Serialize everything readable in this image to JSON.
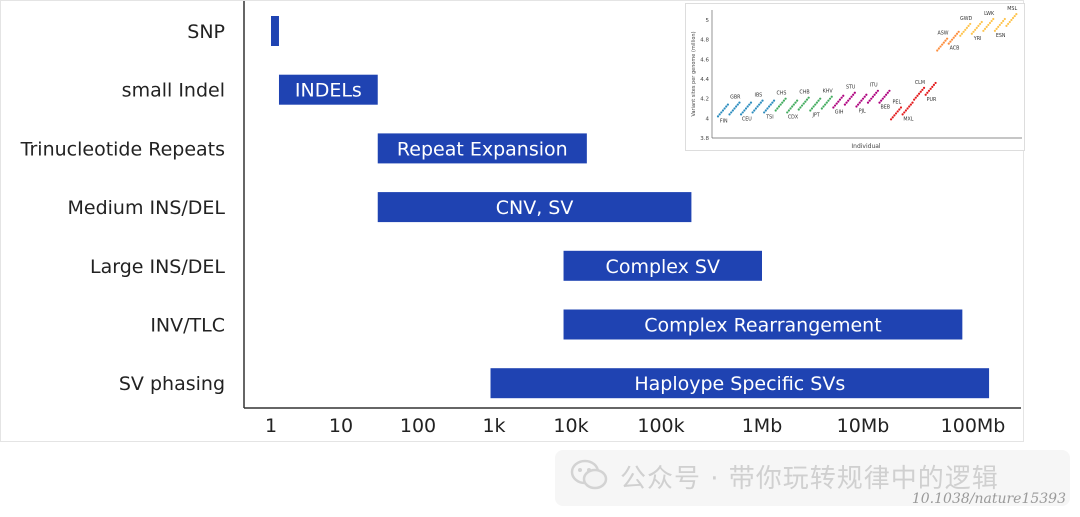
{
  "chart_data": {
    "type": "bar",
    "orientation": "horizontal-range",
    "x_scale": "log",
    "categories": [
      "SNP",
      "small Indel",
      "Trinucleotide Repeats",
      "Medium INS/DEL",
      "Large INS/DEL",
      "INV/TLC",
      "SV phasing"
    ],
    "ranges": [
      {
        "category": "SNP",
        "start": 1,
        "end": 1.3,
        "label": ""
      },
      {
        "category": "small Indel",
        "start": 1.3,
        "end": 30,
        "label": "INDELs"
      },
      {
        "category": "Trinucleotide Repeats",
        "start": 30,
        "end": 15000,
        "label": "Repeat Expansion"
      },
      {
        "category": "Medium INS/DEL",
        "start": 30,
        "end": 200000,
        "label": "CNV, SV"
      },
      {
        "category": "Large INS/DEL",
        "start": 8000,
        "end": 1000000,
        "label": "Complex SV"
      },
      {
        "category": "INV/TLC",
        "start": 8000,
        "end": 80000000,
        "label": "Complex Rearrangement"
      },
      {
        "category": "SV phasing",
        "start": 900,
        "end": 140000000,
        "label": "Haploype Specific SVs"
      }
    ],
    "x_ticks": [
      {
        "value": 1,
        "label": "1"
      },
      {
        "value": 10,
        "label": "10"
      },
      {
        "value": 100,
        "label": "100"
      },
      {
        "value": 1000,
        "label": "1k"
      },
      {
        "value": 10000,
        "label": "10k"
      },
      {
        "value": 100000,
        "label": "100k"
      },
      {
        "value": 1000000,
        "label": "1Mb"
      },
      {
        "value": 10000000,
        "label": "10Mb"
      },
      {
        "value": 100000000,
        "label": "100Mb"
      }
    ],
    "bar_color": "#1f43b2",
    "grid": false
  },
  "inset_chart": {
    "type": "scatter",
    "ylabel": "Variant sites per genome (million)",
    "xlabel": "Individual",
    "y_ticks": [
      "3.8",
      "4",
      "4.2",
      "4.4",
      "4.6",
      "4.8",
      "5"
    ],
    "population_labels": [
      "FIN",
      "GBR",
      "CEU",
      "IBS",
      "TSI",
      "CHS",
      "CDX",
      "CHB",
      "JPT",
      "KHV",
      "GIH",
      "STU",
      "PJL",
      "ITU",
      "BEB",
      "PEL",
      "MXL",
      "CLM",
      "PUR",
      "ASW",
      "ACB",
      "GWD",
      "YRI",
      "LWK",
      "ESN",
      "MSL"
    ]
  },
  "watermark": {
    "text": "公众号 · 带你玩转规律中的逻辑"
  },
  "doi": "10.1038/nature15393"
}
